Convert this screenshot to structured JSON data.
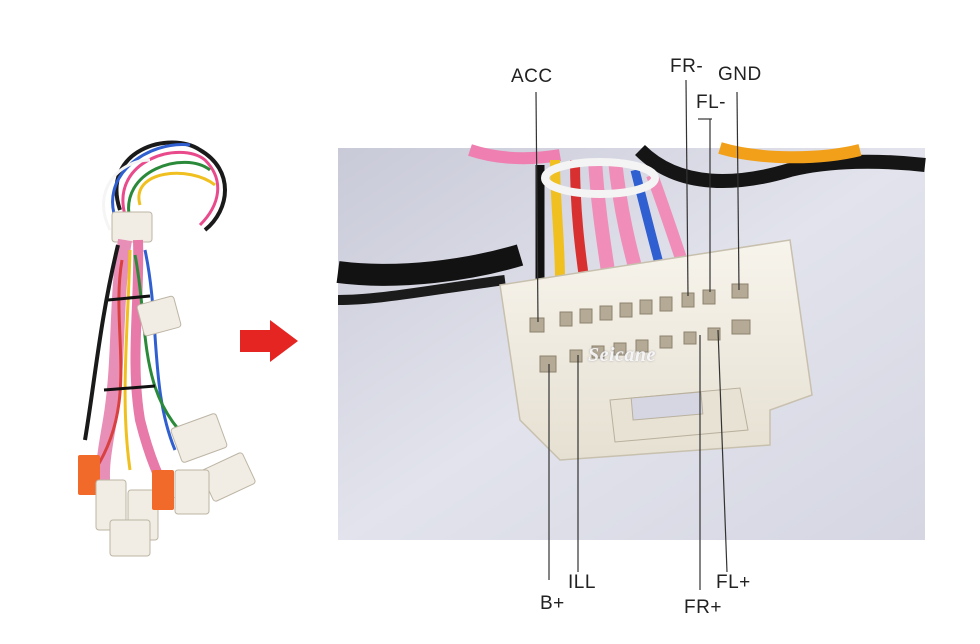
{
  "watermark": "Seicane",
  "labels": {
    "acc": "ACC",
    "fr_minus": "FR-",
    "gnd": "GND",
    "fl_minus": "FL-",
    "b_plus": "B+",
    "ill": "ILL",
    "fr_plus": "FR+",
    "fl_plus": "FL+"
  },
  "colors": {
    "arrow": "#e52521",
    "leader_line": "#333333",
    "photo_background": "#dcdde6",
    "connector_body": "#f3efe6"
  }
}
